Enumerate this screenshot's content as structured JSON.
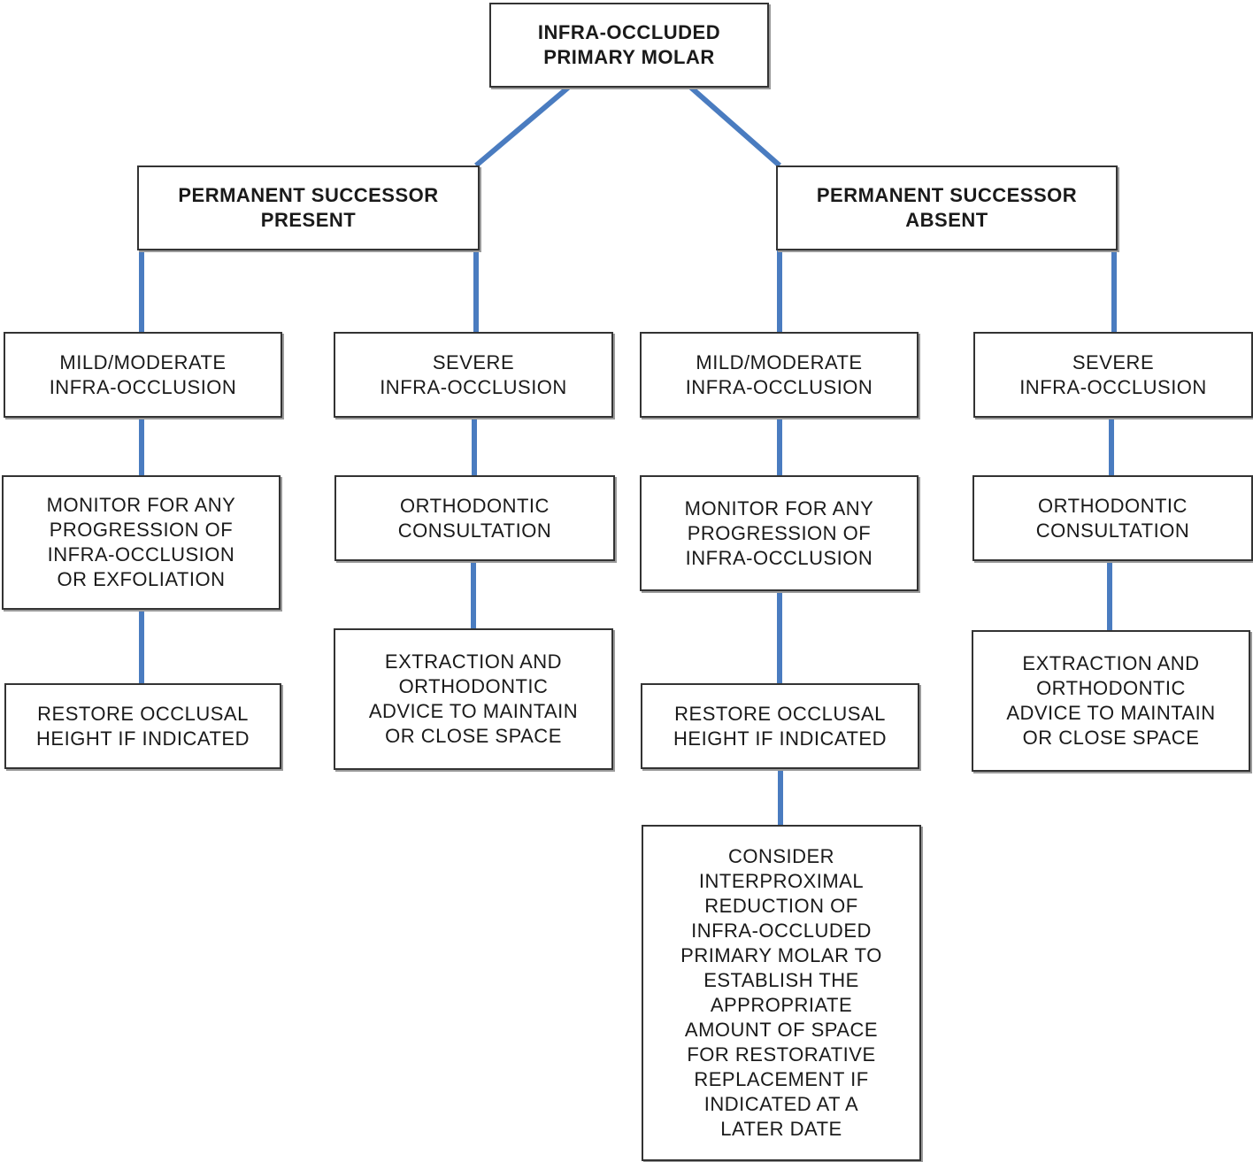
{
  "root": {
    "text": "INFRA-OCCLUDED\nPRIMARY MOLAR"
  },
  "present": {
    "heading": "PERMANENT SUCCESSOR\nPRESENT",
    "mild": {
      "label": "MILD/MODERATE\nINFRA-OCCLUSION",
      "monitor": "MONITOR FOR ANY\nPROGRESSION OF\nINFRA-OCCLUSION\nOR EXFOLIATION",
      "restore": "RESTORE OCCLUSAL\nHEIGHT IF INDICATED"
    },
    "severe": {
      "label": "SEVERE\nINFRA-OCCLUSION",
      "consult": "ORTHODONTIC\nCONSULTATION",
      "extraction": "EXTRACTION AND\nORTHODONTIC\nADVICE TO MAINTAIN\nOR CLOSE SPACE"
    }
  },
  "absent": {
    "heading": "PERMANENT SUCCESSOR\nABSENT",
    "mild": {
      "label": "MILD/MODERATE\nINFRA-OCCLUSION",
      "monitor": "MONITOR FOR ANY\nPROGRESSION OF\nINFRA-OCCLUSION",
      "restore": "RESTORE OCCLUSAL\nHEIGHT IF INDICATED",
      "consider": "CONSIDER\nINTERPROXIMAL\nREDUCTION OF\nINFRA-OCCLUDED\nPRIMARY MOLAR TO\nESTABLISH THE\nAPPROPRIATE\nAMOUNT OF SPACE\nFOR RESTORATIVE\nREPLACEMENT IF\nINDICATED AT A\nLATER DATE"
    },
    "severe": {
      "label": "SEVERE\nINFRA-OCCLUSION",
      "consult": "ORTHODONTIC\nCONSULTATION",
      "extraction": "EXTRACTION AND\nORTHODONTIC\nADVICE TO MAINTAIN\nOR CLOSE SPACE"
    }
  },
  "colors": {
    "connector": "#4a7cc0",
    "box_border": "#333333",
    "text": "#1a1a1a",
    "background": "#ffffff"
  }
}
